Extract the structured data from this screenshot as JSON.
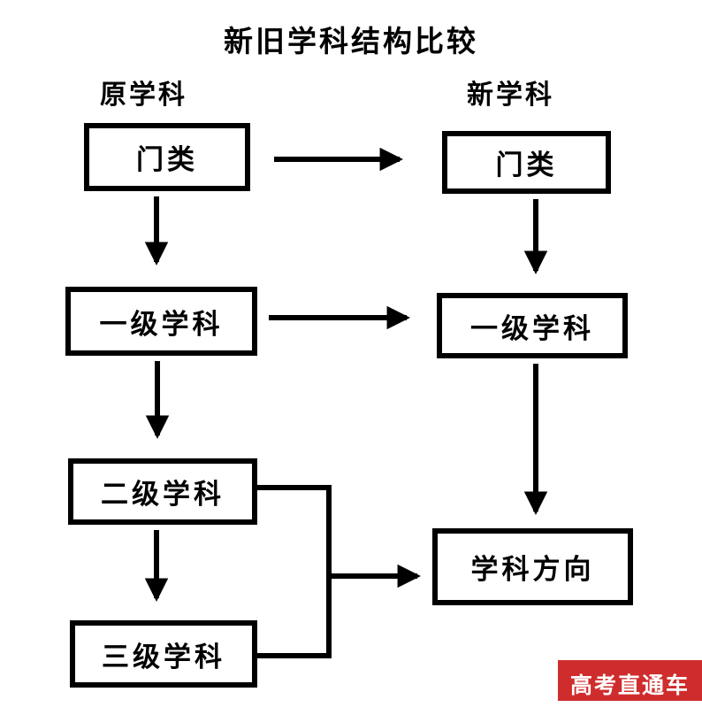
{
  "diagram": {
    "title": "新旧学科结构比较",
    "column_labels": {
      "old": "原学科",
      "new": "新学科"
    },
    "nodes": {
      "old_category": "门类",
      "old_level1": "一级学科",
      "old_level2": "二级学科",
      "old_level3": "三级学科",
      "new_category": "门类",
      "new_level1": "一级学科",
      "new_direction": "学科方向"
    },
    "edges": [
      {
        "from": "old_category",
        "to": "new_category",
        "type": "arrow"
      },
      {
        "from": "old_category",
        "to": "old_level1",
        "type": "arrow"
      },
      {
        "from": "old_level1",
        "to": "new_level1",
        "type": "arrow"
      },
      {
        "from": "new_category",
        "to": "new_level1",
        "type": "arrow"
      },
      {
        "from": "old_level1",
        "to": "old_level2",
        "type": "arrow"
      },
      {
        "from": "old_level2",
        "to": "old_level3",
        "type": "arrow"
      },
      {
        "from": "new_level1",
        "to": "new_direction",
        "type": "arrow"
      },
      {
        "from": "old_level2 + old_level3",
        "to": "new_direction",
        "type": "merge-arrow"
      }
    ]
  },
  "watermark": {
    "text": "高考直通车",
    "bg_color": "#cf2d2d",
    "text_color": "#ffffff"
  },
  "colors": {
    "line": "#000000",
    "background": "#ffffff"
  }
}
